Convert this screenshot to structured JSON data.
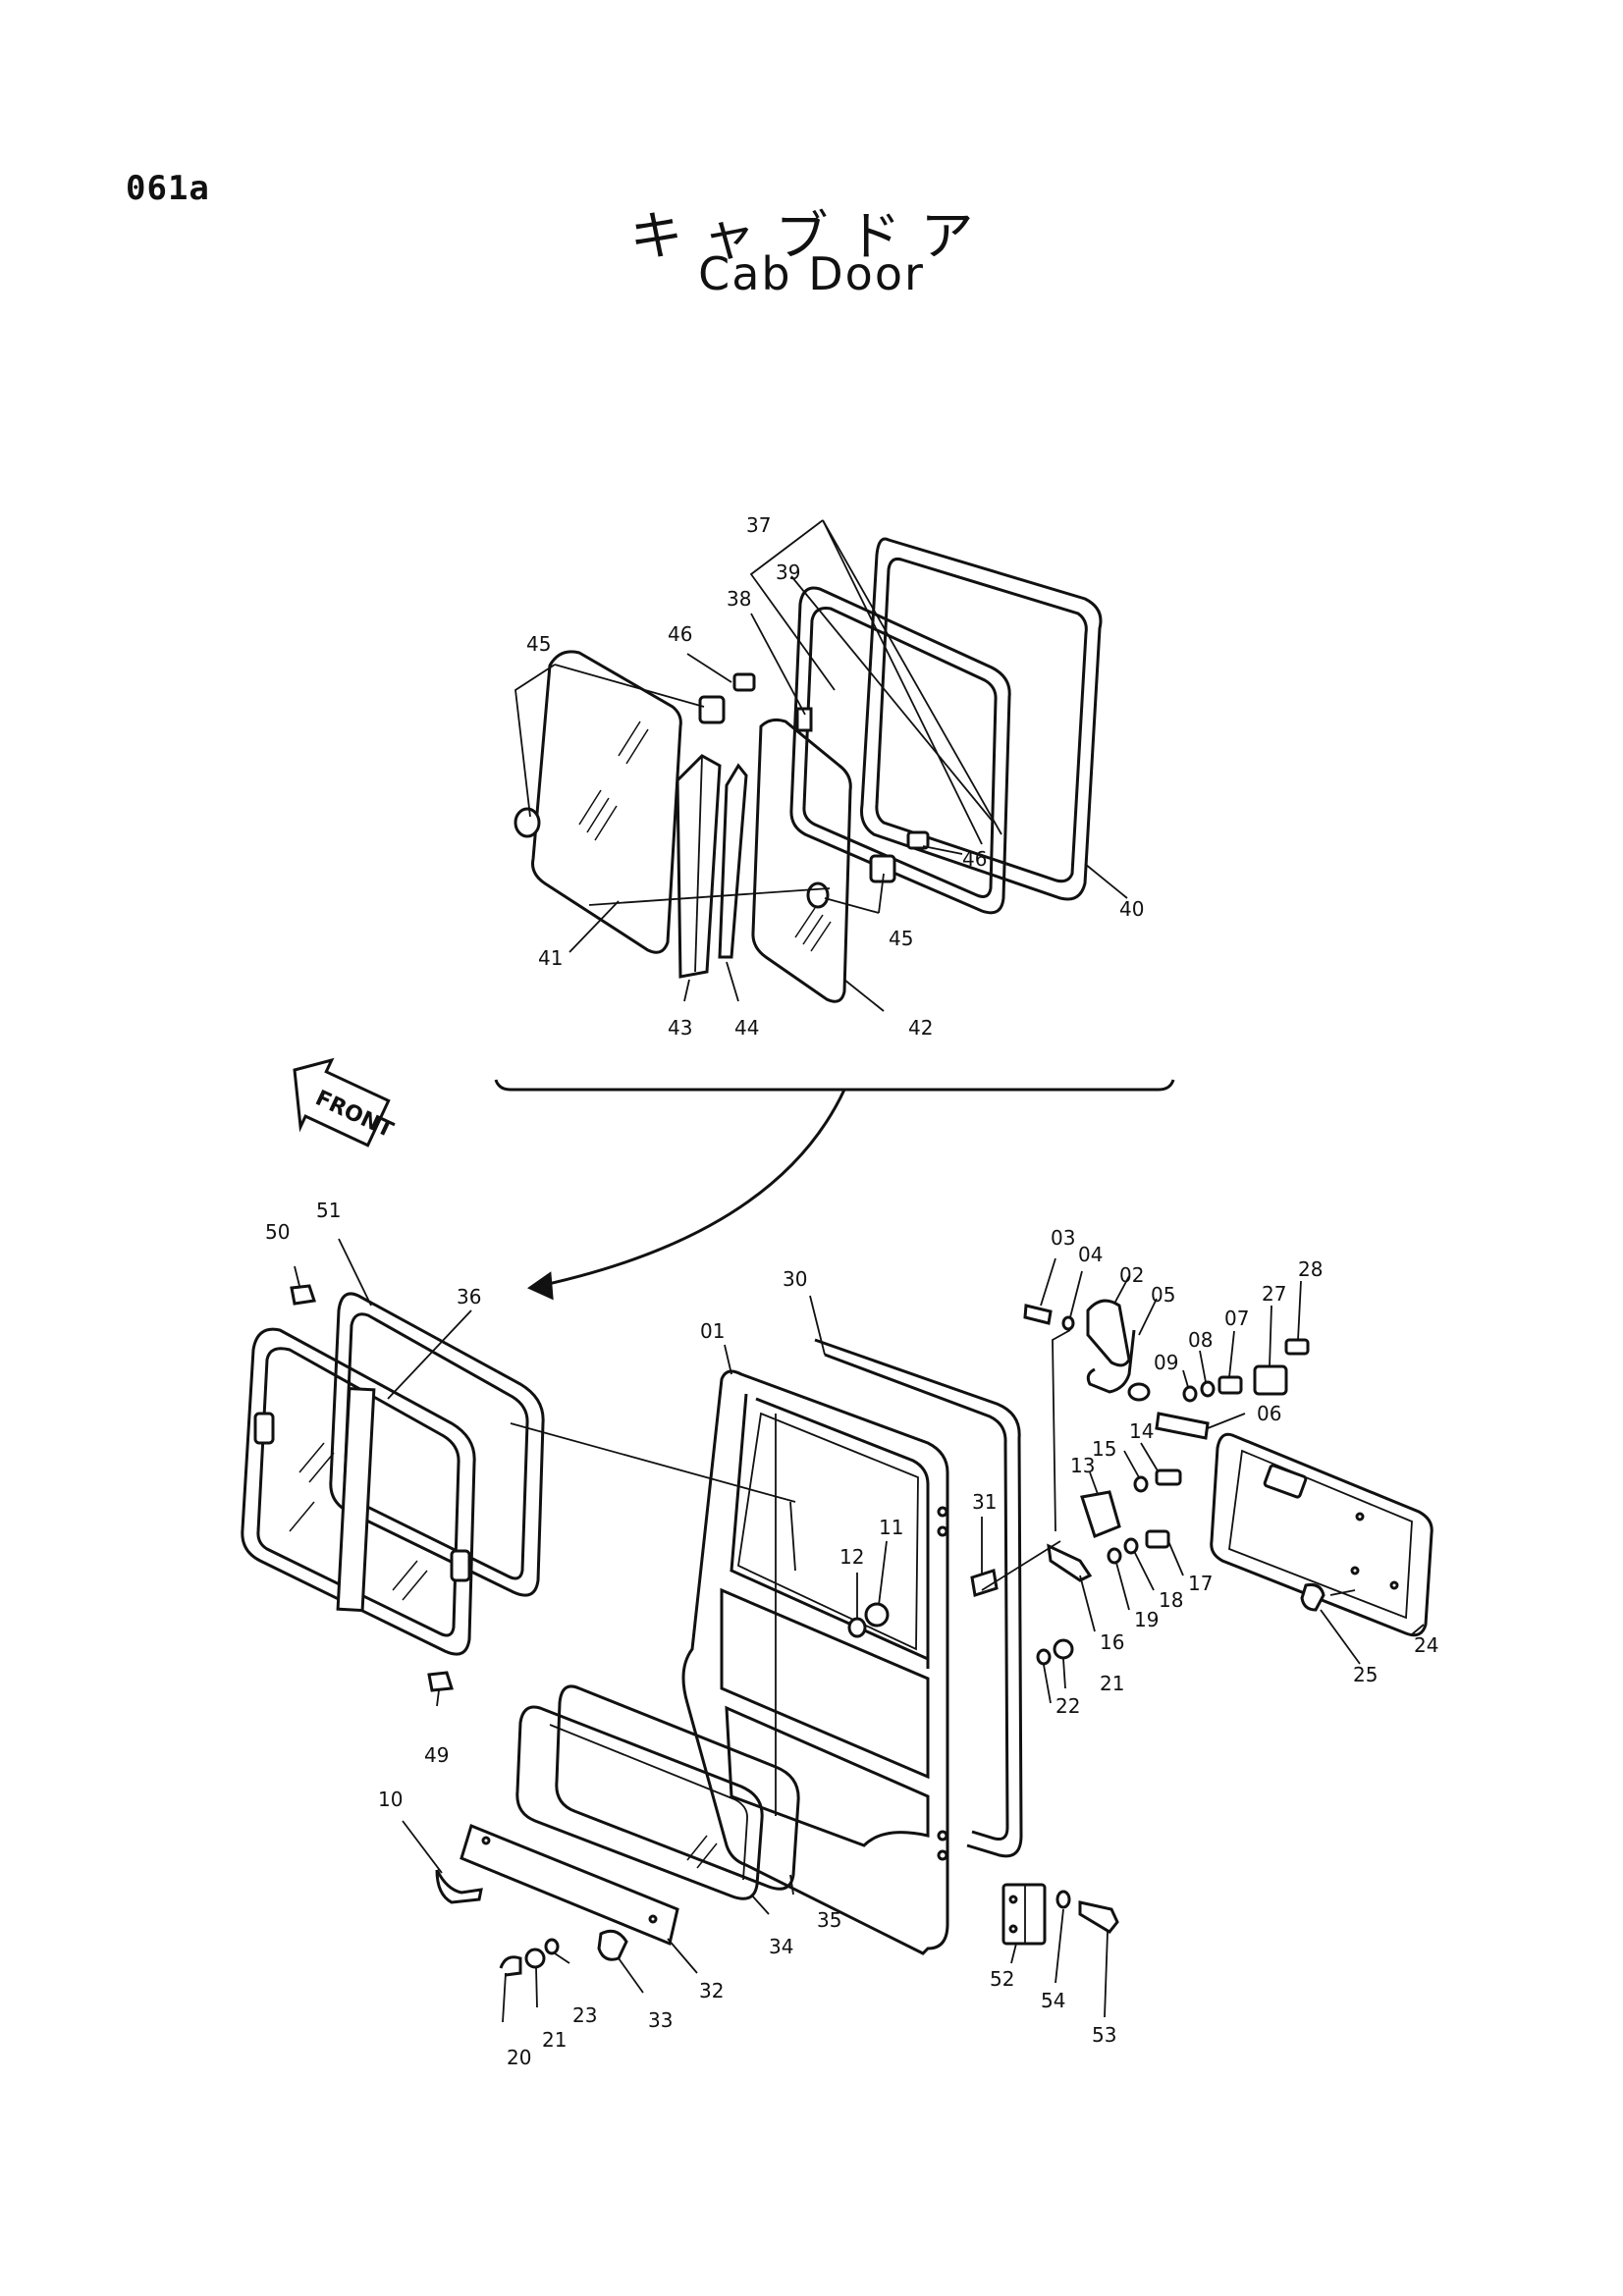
{
  "page_code": "061a",
  "title_jp": "キャブドア",
  "title_en": "Cab Door",
  "front_label": "FRONT",
  "labels": [
    "37",
    "39",
    "38",
    "45",
    "46",
    "40",
    "46",
    "45",
    "41",
    "43",
    "44",
    "42",
    "50",
    "51",
    "36",
    "49",
    "10",
    "20",
    "21",
    "23",
    "33",
    "32",
    "34",
    "35",
    "30",
    "01",
    "31",
    "12",
    "11",
    "03",
    "04",
    "02",
    "05",
    "09",
    "08",
    "07",
    "27",
    "28",
    "06",
    "14",
    "15",
    "13",
    "17",
    "18",
    "19",
    "16",
    "21",
    "22",
    "24",
    "25",
    "52",
    "54",
    "53"
  ]
}
